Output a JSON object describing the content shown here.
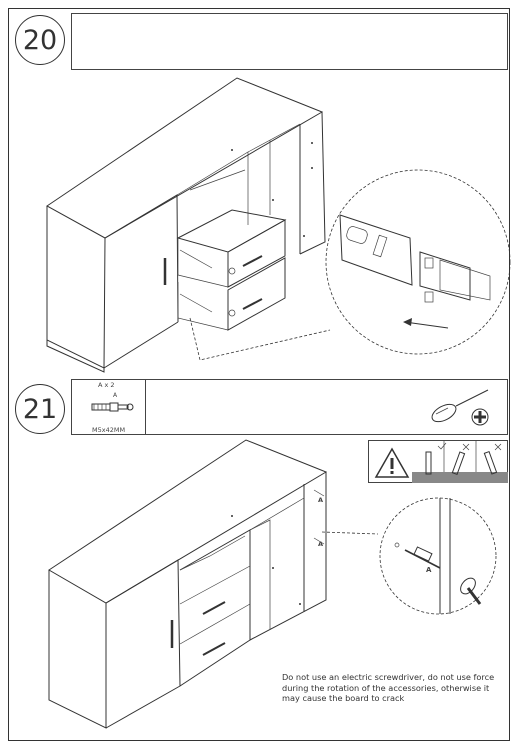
{
  "steps": [
    {
      "number": "20"
    },
    {
      "number": "21"
    }
  ],
  "parts": {
    "quantity_label": "A x 2",
    "part_code": "M5x42MM",
    "part_letter": "A"
  },
  "detail_labels": {
    "bolt_letter": "A",
    "slot_letter_top": "A",
    "slot_letter_bottom": "A"
  },
  "warning_note": "Do not use an electric screwdriver, do not use force during the rotation of the accessories, otherwise it may cause the board to crack",
  "icons": [
    "warning-triangle-icon",
    "screwdriver-icon",
    "phillips-head-icon",
    "check-icon",
    "cross-icon"
  ]
}
